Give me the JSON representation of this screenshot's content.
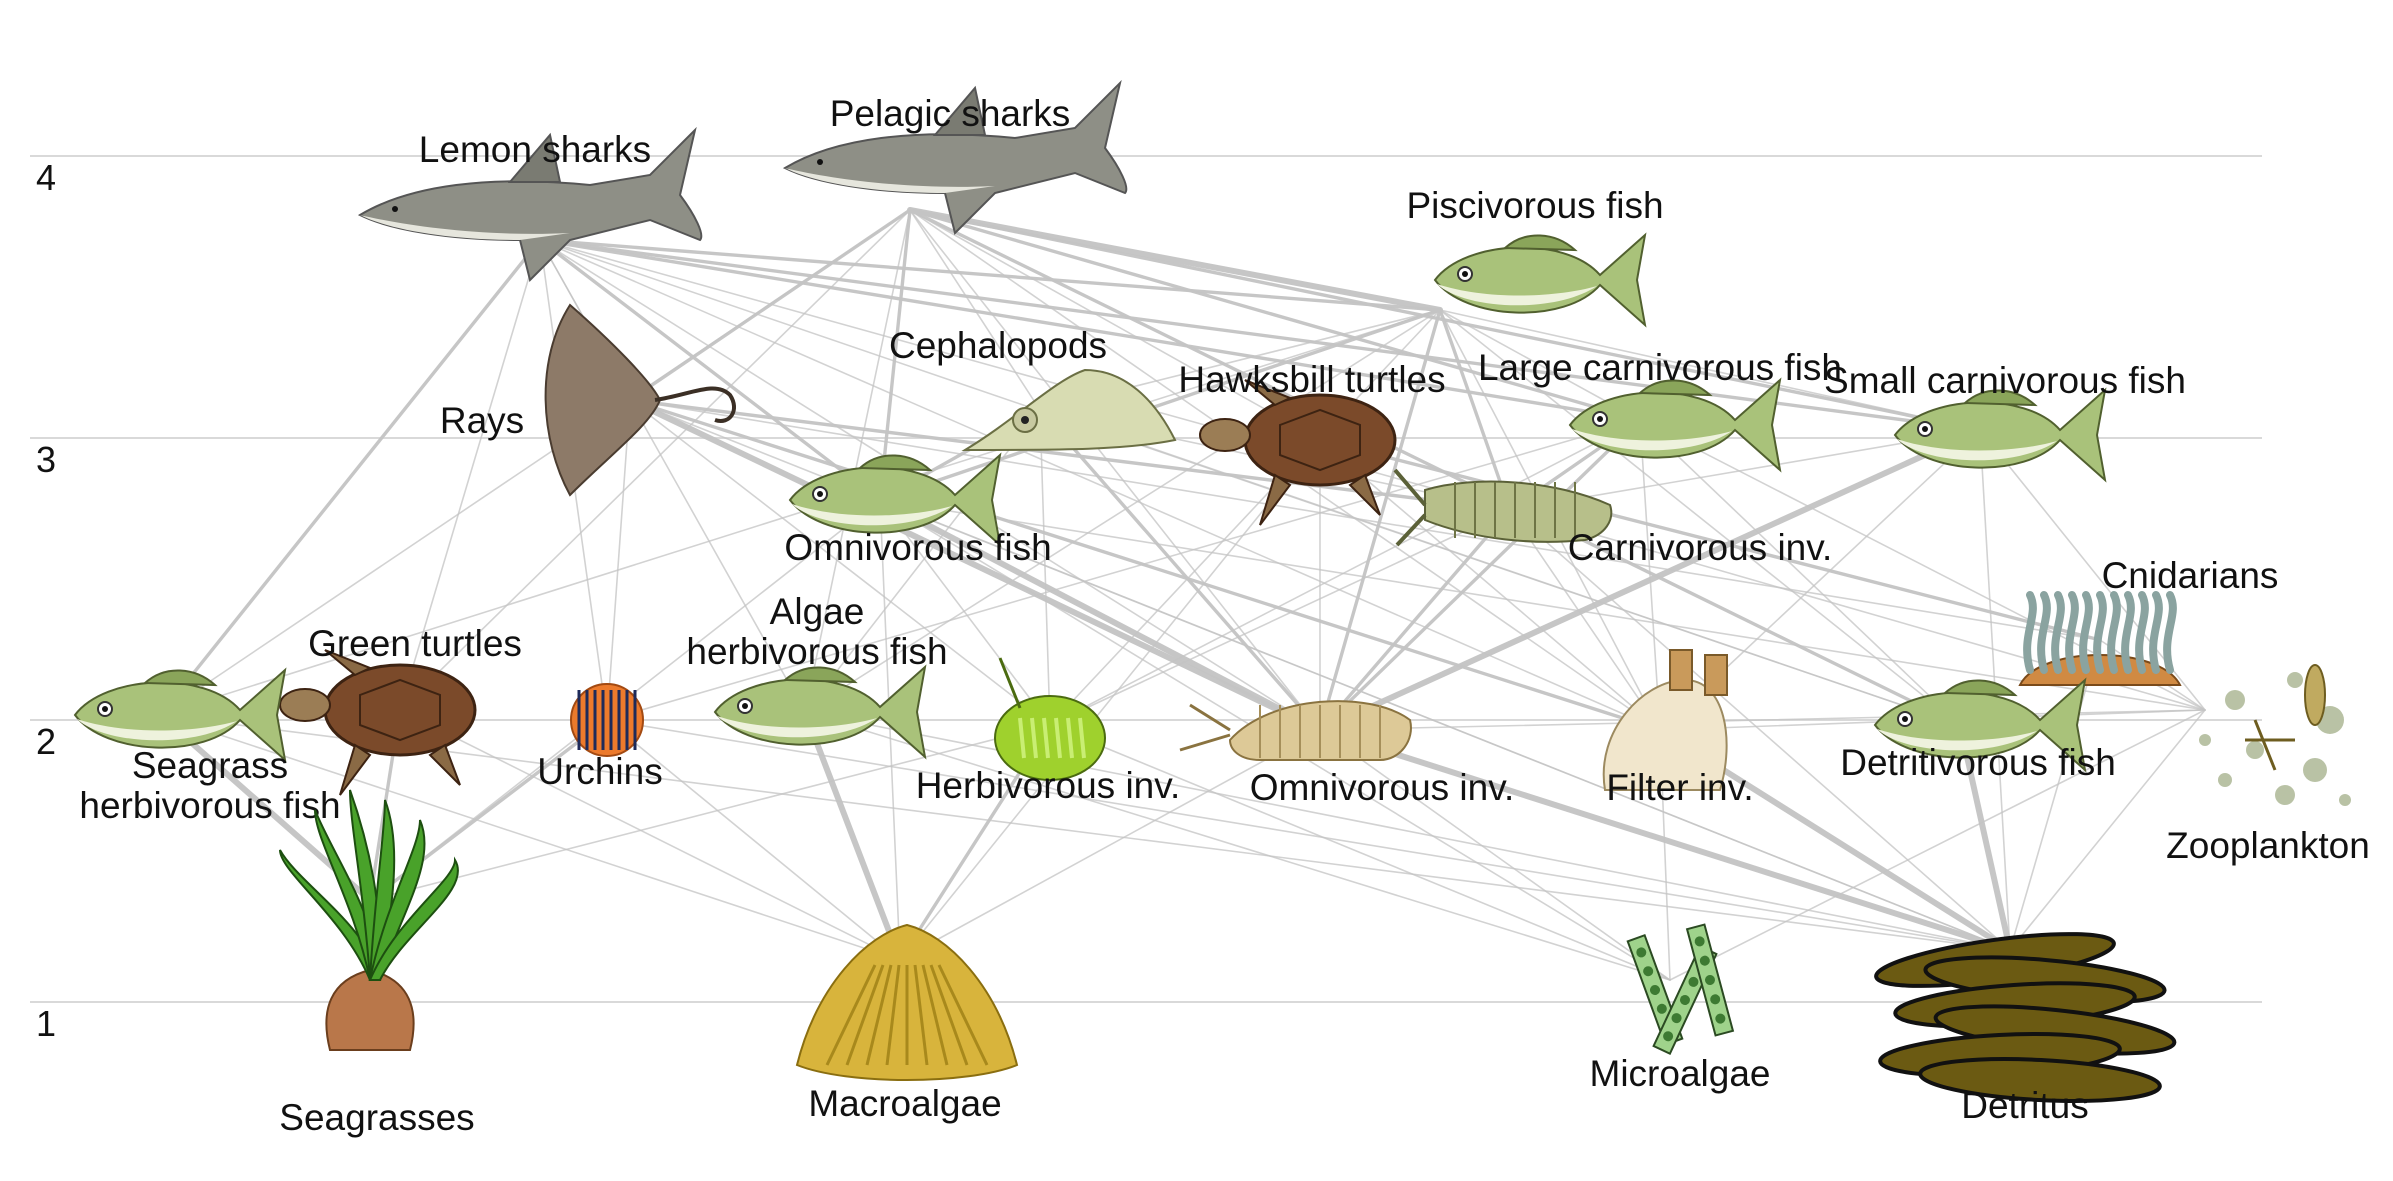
{
  "diagram": {
    "levels": [
      {
        "label": "4",
        "value": 4
      },
      {
        "label": "3",
        "value": 3
      },
      {
        "label": "2",
        "value": 2
      },
      {
        "label": "1",
        "value": 1
      }
    ],
    "colors": {
      "gridline": "#d9d9d9",
      "link": "#c4c4c4",
      "label": "#111111"
    },
    "nodes": [
      {
        "id": "lemon",
        "label": "Lemon sharks",
        "icon": "shark-icon"
      },
      {
        "id": "pelagic",
        "label": "Pelagic sharks",
        "icon": "shark-icon"
      },
      {
        "id": "pisc",
        "label": "Piscivorous fish",
        "icon": "fish-icon"
      },
      {
        "id": "rays",
        "label": "Rays",
        "icon": "stingray-icon"
      },
      {
        "id": "ceph",
        "label": "Cephalopods",
        "icon": "squid-icon"
      },
      {
        "id": "hawks",
        "label": "Hawksbill turtles",
        "icon": "turtle-icon"
      },
      {
        "id": "largecarn",
        "label": "Large carnivorous fish",
        "icon": "fish-icon"
      },
      {
        "id": "smallcarn",
        "label": "Small carnivorous fish",
        "icon": "fish-icon"
      },
      {
        "id": "omnifish",
        "label": "Omnivorous fish",
        "icon": "fish-icon"
      },
      {
        "id": "carninv",
        "label": "Carnivorous inv.",
        "icon": "mantis-shrimp-icon"
      },
      {
        "id": "cnid",
        "label": "Cnidarians",
        "icon": "anemone-icon"
      },
      {
        "id": "greent",
        "label": "Green turtles",
        "icon": "turtle-icon"
      },
      {
        "id": "algfish",
        "label": "Algae\nherbivorous fish",
        "icon": "fish-icon"
      },
      {
        "id": "seafish",
        "label": "Seagrass\nherbivorous fish",
        "icon": "fish-icon"
      },
      {
        "id": "urch",
        "label": "Urchins",
        "icon": "urchin-icon"
      },
      {
        "id": "herbinv",
        "label": "Herbivorous inv.",
        "icon": "sea-slug-icon"
      },
      {
        "id": "omniinv",
        "label": "Omnivorous inv.",
        "icon": "amphipod-icon"
      },
      {
        "id": "filt",
        "label": "Filter inv.",
        "icon": "clam-icon"
      },
      {
        "id": "detfish",
        "label": "Detritivorous fish",
        "icon": "fish-icon"
      },
      {
        "id": "zoo",
        "label": "Zooplankton",
        "icon": "plankton-icon"
      },
      {
        "id": "seagr",
        "label": "Seagrasses",
        "icon": "seagrass-icon"
      },
      {
        "id": "macro",
        "label": "Macroalgae",
        "icon": "macroalgae-icon"
      },
      {
        "id": "micro",
        "label": "Microalgae",
        "icon": "diatom-icon"
      },
      {
        "id": "detr",
        "label": "Detritus",
        "icon": "detritus-icon"
      }
    ],
    "links": [
      [
        "lemon",
        "seafish",
        2
      ],
      [
        "lemon",
        "greent",
        1
      ],
      [
        "lemon",
        "omnifish",
        2
      ],
      [
        "lemon",
        "algfish",
        1
      ],
      [
        "lemon",
        "rays",
        1
      ],
      [
        "lemon",
        "omniinv",
        1
      ],
      [
        "lemon",
        "carninv",
        1
      ],
      [
        "lemon",
        "largecarn",
        2
      ],
      [
        "lemon",
        "smallcarn",
        2
      ],
      [
        "lemon",
        "pisc",
        2
      ],
      [
        "lemon",
        "detfish",
        1
      ],
      [
        "lemon",
        "urch",
        1
      ],
      [
        "lemon",
        "filt",
        1
      ],
      [
        "pelagic",
        "pisc",
        3
      ],
      [
        "pelagic",
        "largecarn",
        2
      ],
      [
        "pelagic",
        "smallcarn",
        2
      ],
      [
        "pelagic",
        "ceph",
        1
      ],
      [
        "pelagic",
        "omnifish",
        2
      ],
      [
        "pelagic",
        "greent",
        1
      ],
      [
        "pelagic",
        "rays",
        2
      ],
      [
        "pelagic",
        "hawks",
        1
      ],
      [
        "pelagic",
        "detfish",
        2
      ],
      [
        "pelagic",
        "seafish",
        1
      ],
      [
        "pelagic",
        "algfish",
        1
      ],
      [
        "pelagic",
        "omniinv",
        1
      ],
      [
        "pelagic",
        "filt",
        1
      ],
      [
        "pisc",
        "omnifish",
        2
      ],
      [
        "pisc",
        "smallcarn",
        1
      ],
      [
        "pisc",
        "largecarn",
        1
      ],
      [
        "pisc",
        "ceph",
        1
      ],
      [
        "pisc",
        "omniinv",
        2
      ],
      [
        "pisc",
        "carninv",
        2
      ],
      [
        "pisc",
        "detfish",
        1
      ],
      [
        "pisc",
        "algfish",
        1
      ],
      [
        "pisc",
        "seafish",
        1
      ],
      [
        "pisc",
        "herbinv",
        1
      ],
      [
        "pisc",
        "filt",
        1
      ],
      [
        "rays",
        "omniinv",
        3
      ],
      [
        "rays",
        "carninv",
        2
      ],
      [
        "rays",
        "filt",
        2
      ],
      [
        "rays",
        "herbinv",
        1
      ],
      [
        "rays",
        "detr",
        1
      ],
      [
        "rays",
        "urch",
        1
      ],
      [
        "rays",
        "cnid",
        1
      ],
      [
        "ceph",
        "omnifish",
        2
      ],
      [
        "ceph",
        "omniinv",
        2
      ],
      [
        "ceph",
        "carninv",
        1
      ],
      [
        "ceph",
        "herbinv",
        1
      ],
      [
        "ceph",
        "detfish",
        1
      ],
      [
        "ceph",
        "algfish",
        1
      ],
      [
        "hawks",
        "cnid",
        2
      ],
      [
        "hawks",
        "filt",
        1
      ],
      [
        "hawks",
        "macro",
        1
      ],
      [
        "hawks",
        "omniinv",
        1
      ],
      [
        "largecarn",
        "omniinv",
        2
      ],
      [
        "largecarn",
        "carninv",
        2
      ],
      [
        "largecarn",
        "filt",
        1
      ],
      [
        "largecarn",
        "detfish",
        1
      ],
      [
        "largecarn",
        "herbinv",
        1
      ],
      [
        "largecarn",
        "urch",
        1
      ],
      [
        "largecarn",
        "zoo",
        1
      ],
      [
        "smallcarn",
        "omniinv",
        3
      ],
      [
        "smallcarn",
        "carninv",
        1
      ],
      [
        "smallcarn",
        "zoo",
        1
      ],
      [
        "smallcarn",
        "filt",
        1
      ],
      [
        "smallcarn",
        "detr",
        1
      ],
      [
        "omnifish",
        "omniinv",
        3
      ],
      [
        "omnifish",
        "macro",
        1
      ],
      [
        "omnifish",
        "zoo",
        1
      ],
      [
        "omnifish",
        "detr",
        1
      ],
      [
        "omnifish",
        "herbinv",
        1
      ],
      [
        "omnifish",
        "seagr",
        1
      ],
      [
        "omnifish",
        "micro",
        1
      ],
      [
        "carninv",
        "omniinv",
        2
      ],
      [
        "carninv",
        "filt",
        1
      ],
      [
        "carninv",
        "detr",
        1
      ],
      [
        "carninv",
        "herbinv",
        1
      ],
      [
        "carninv",
        "zoo",
        1
      ],
      [
        "greent",
        "seagr",
        2
      ],
      [
        "greent",
        "macro",
        1
      ],
      [
        "algfish",
        "macro",
        3
      ],
      [
        "algfish",
        "detr",
        1
      ],
      [
        "algfish",
        "micro",
        1
      ],
      [
        "seafish",
        "seagr",
        3
      ],
      [
        "seafish",
        "macro",
        1
      ],
      [
        "seafish",
        "detr",
        1
      ],
      [
        "urch",
        "seagr",
        2
      ],
      [
        "urch",
        "macro",
        1
      ],
      [
        "urch",
        "detr",
        1
      ],
      [
        "herbinv",
        "macro",
        2
      ],
      [
        "herbinv",
        "seagr",
        1
      ],
      [
        "herbinv",
        "micro",
        1
      ],
      [
        "omniinv",
        "detr",
        3
      ],
      [
        "omniinv",
        "micro",
        1
      ],
      [
        "omniinv",
        "macro",
        1
      ],
      [
        "omniinv",
        "zoo",
        1
      ],
      [
        "filt",
        "detr",
        3
      ],
      [
        "filt",
        "micro",
        1
      ],
      [
        "filt",
        "zoo",
        1
      ],
      [
        "cnid",
        "zoo",
        1
      ],
      [
        "cnid",
        "detr",
        1
      ],
      [
        "detfish",
        "detr",
        3
      ],
      [
        "zoo",
        "micro",
        1
      ],
      [
        "zoo",
        "detr",
        1
      ]
    ]
  }
}
